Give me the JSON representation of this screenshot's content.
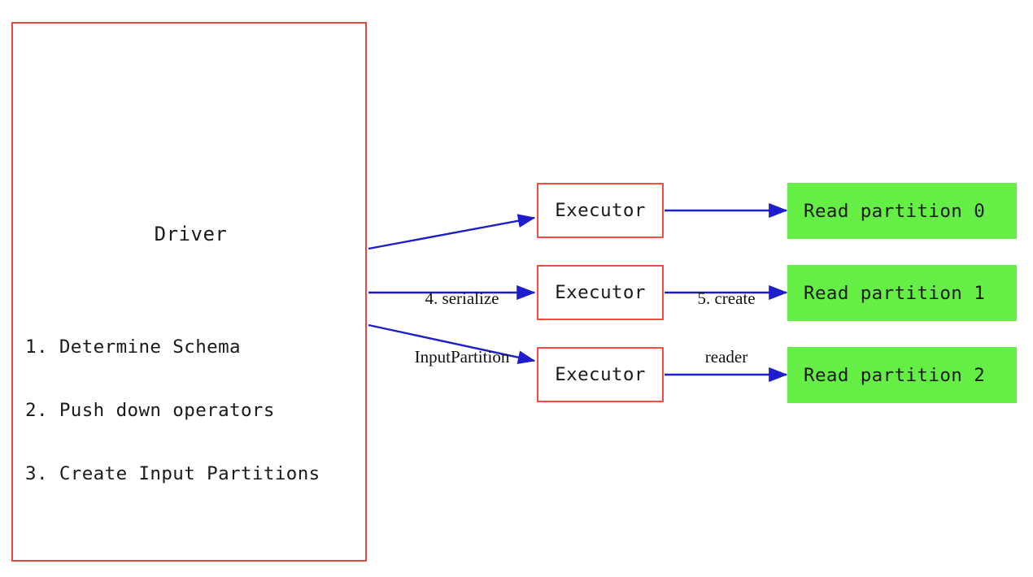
{
  "diagram": {
    "title": "Spark Data Source reading flow: Driver plans partitions, Executors create readers",
    "colors": {
      "box_border_red": "#fa4b42",
      "partition_green": "#65ee46",
      "arrow_blue": "#1e1ecc",
      "text": "#1a1a1a",
      "background": "#ffffff"
    }
  },
  "driver": {
    "title": "Driver",
    "steps": [
      "1. Determine Schema",
      "2. Push down operators",
      "3. Create Input Partitions"
    ]
  },
  "executors": [
    {
      "label": "Executor"
    },
    {
      "label": "Executor"
    },
    {
      "label": "Executor"
    }
  ],
  "partitions": [
    {
      "label": "Read partition 0"
    },
    {
      "label": "Read partition 1"
    },
    {
      "label": "Read partition 2"
    }
  ],
  "edge_labels": {
    "serialize": {
      "line1": "4. serialize",
      "line2": "InputPartition"
    },
    "create_reader": {
      "line1": "5. create",
      "line2": "reader"
    }
  }
}
